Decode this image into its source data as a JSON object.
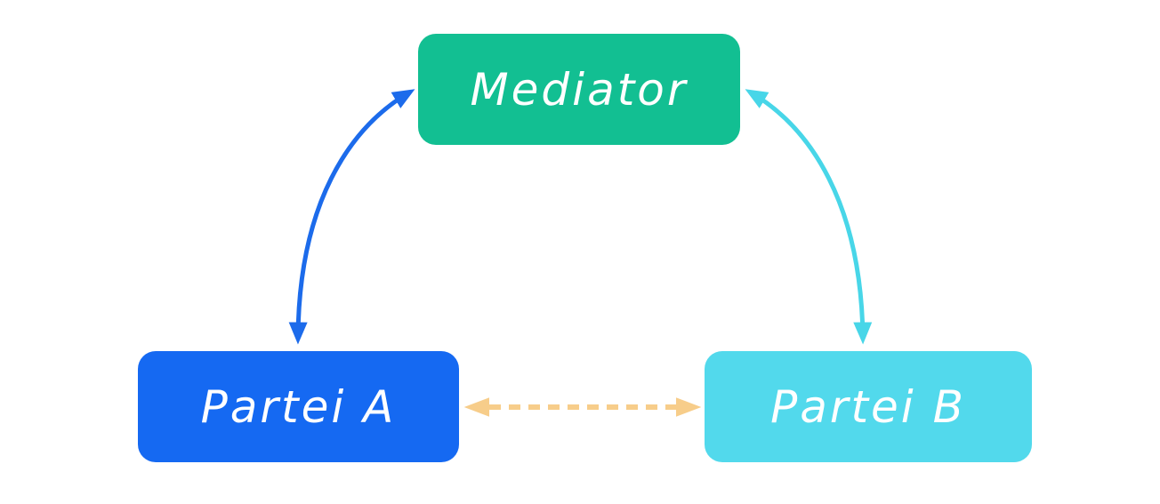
{
  "diagram": {
    "background": "#ffffff",
    "nodes": [
      {
        "id": "mediator",
        "label": "Mediator",
        "fill": "#12bf92",
        "text_color": "#ffffff"
      },
      {
        "id": "partei-a",
        "label": "Partei A",
        "fill": "#1569f2",
        "text_color": "#ffffff"
      },
      {
        "id": "partei-b",
        "label": "Partei B",
        "fill": "#52d9ec",
        "text_color": "#ffffff"
      }
    ],
    "edges": [
      {
        "id": "partei-a-mediator",
        "from": "Partei A",
        "to": "Mediator",
        "direction": "bidirectional",
        "line_style": "solid",
        "color": "#1c6beb"
      },
      {
        "id": "mediator-partei-b",
        "from": "Mediator",
        "to": "Partei B",
        "direction": "bidirectional",
        "line_style": "solid",
        "color": "#48d6e8"
      },
      {
        "id": "partei-a-partei-b",
        "from": "Partei A",
        "to": "Partei B",
        "direction": "bidirectional",
        "line_style": "dashed",
        "color": "#f7cd8a"
      }
    ]
  }
}
